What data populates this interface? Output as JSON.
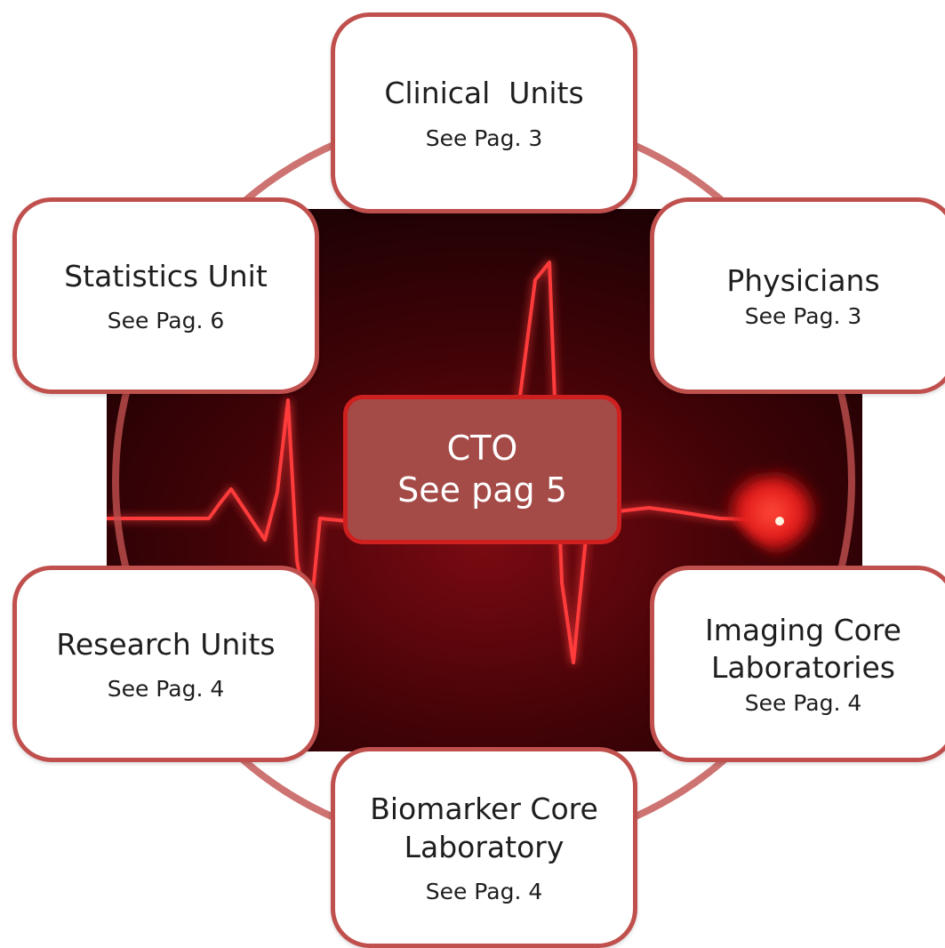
{
  "colors": {
    "accent": "#c0504d",
    "center_fill": "#a44a47",
    "center_border": "#cf2020",
    "background_dark": "#1a0204",
    "pulse": "#ff3030"
  },
  "center": {
    "title": "CTO",
    "subtitle": "See pag 5"
  },
  "nodes": {
    "clinical": {
      "title": "Clinical  Units",
      "ref": "See Pag. 3"
    },
    "physicians": {
      "title": "Physicians",
      "ref": "See Pag. 3"
    },
    "imaging": {
      "title_line1": "Imaging Core",
      "title_line2": "Laboratories",
      "ref": "See Pag. 4"
    },
    "biomarker": {
      "title_line1": "Biomarker Core",
      "title_line2": "Laboratory",
      "ref": "See Pag. 4"
    },
    "research": {
      "title": "Research Units",
      "ref": "See Pag. 4"
    },
    "statistics": {
      "title": "Statistics Unit",
      "ref": "See Pag. 6"
    }
  }
}
